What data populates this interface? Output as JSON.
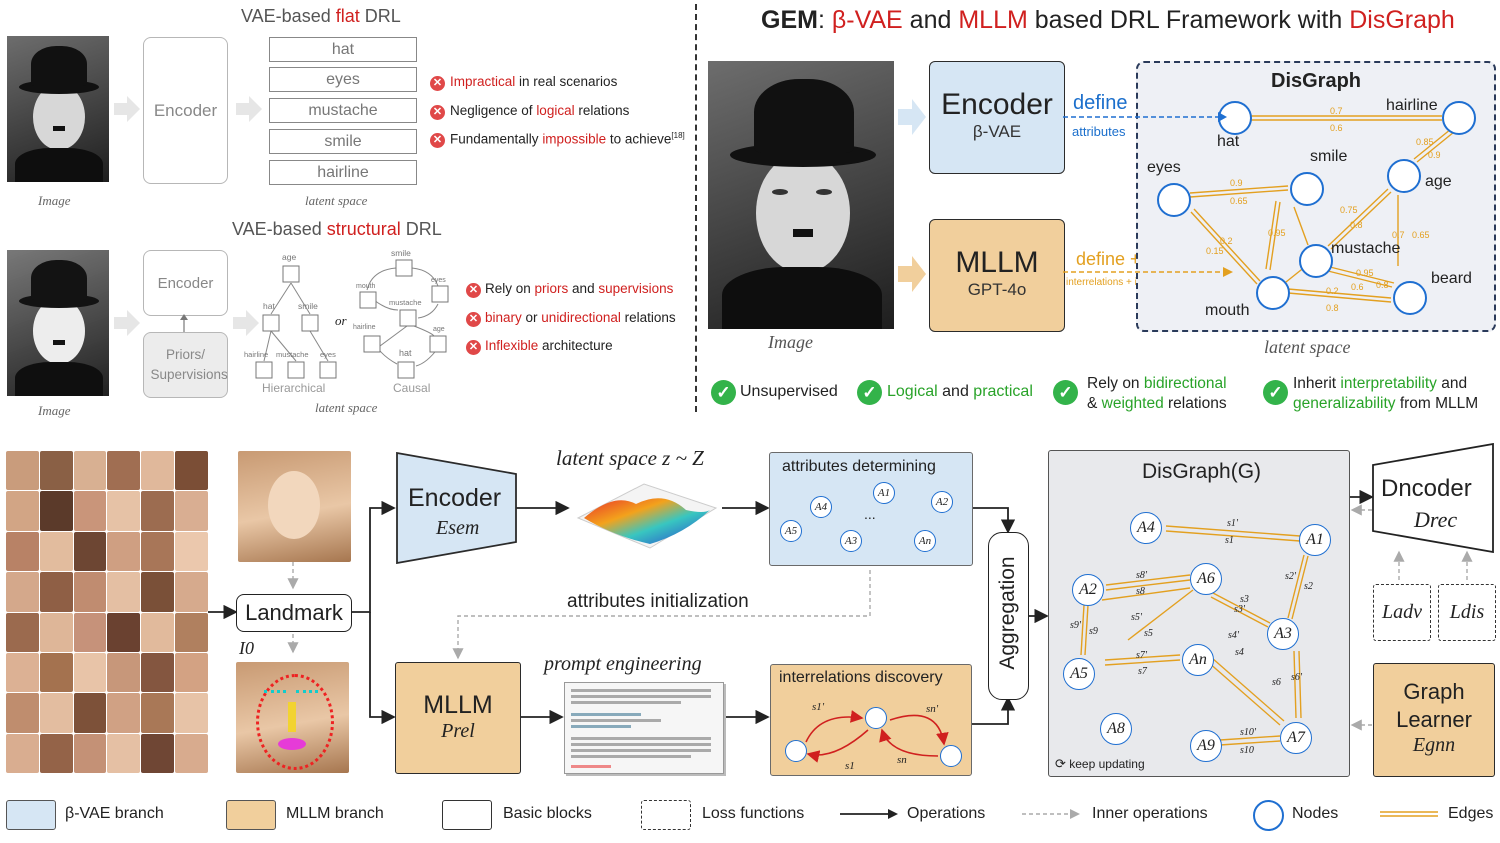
{
  "top_left": {
    "flat_title_pre": "VAE-based ",
    "flat_title_hl": "flat",
    "flat_title_post": " DRL",
    "encoder_label": "Encoder",
    "flat_attrs": [
      "hat",
      "eyes",
      "mustache",
      "smile",
      "hairline"
    ],
    "image_label": "Image",
    "latent_label": "latent space",
    "flat_issues": [
      {
        "pre": "",
        "hl": "Impractical",
        "post": " in real scenarios"
      },
      {
        "pre": "Negligence of ",
        "hl": "logical",
        "post": " relations"
      },
      {
        "pre": "Fundamentally ",
        "hl": "impossible",
        "post": " to achieve"
      }
    ],
    "flat_cite": "[18]",
    "struct_title_pre": "VAE-based ",
    "struct_title_hl": "structural",
    "struct_title_post": " DRL",
    "priors_label": "Priors/ Supervisions",
    "or_label": "or",
    "hier_nodes": [
      "age",
      "hat",
      "smile",
      "hairline",
      "mustache",
      "eyes"
    ],
    "hier_label": "Hierarchical",
    "causal_nodes": [
      "smile",
      "mouth",
      "eyes",
      "mustache",
      "hairline",
      "age",
      "hat"
    ],
    "causal_label": "Causal",
    "struct_issues": [
      {
        "pre": "Rely on ",
        "hl": "priors",
        "mid": " and ",
        "hl2": "supervisions",
        "post": ""
      },
      {
        "pre": "",
        "hl": "binary",
        "mid": " or ",
        "hl2": "unidirectional",
        "post": " relations"
      },
      {
        "pre": "",
        "hl": "Inflexible",
        "mid": " architecture",
        "hl2": "",
        "post": ""
      }
    ]
  },
  "top_right": {
    "title_a": "GEM",
    "title_b": ": ",
    "title_c": "β-VAE",
    "title_d": " and ",
    "title_e": "MLLM",
    "title_f": " based DRL Framework with ",
    "title_g": "DisGraph",
    "encoder_title": "Encoder",
    "encoder_sub": "β-VAE",
    "mllm_title": "MLLM",
    "mllm_sub": "GPT-4o",
    "define_label": "define",
    "attributes_label": "attributes",
    "define_update_label": "define + update",
    "interrelations_label": "interrelations + impact scores",
    "disgraph_title": "DisGraph",
    "graph_nodes": [
      "hat",
      "hairline",
      "smile",
      "eyes",
      "age",
      "mustache",
      "beard",
      "mouth"
    ],
    "edge_scores": [
      "0.7",
      "0.6",
      "0.85",
      "0.9",
      "0.9",
      "0.65",
      "0.75",
      "0.8",
      "0.2",
      "0.15",
      "0.95",
      "0.7",
      "0.65",
      "0.95",
      "0.8",
      "0.2",
      "0.6",
      "0.8"
    ],
    "image_label": "Image",
    "latent_label": "latent space",
    "benefits": [
      {
        "pre": "",
        "hl": "",
        "post": "Unsupervised"
      },
      {
        "pre": "",
        "hl": "Logical",
        "post": " and ",
        "hl2": "practical"
      },
      {
        "pre": "Rely on ",
        "hl": "bidirectional",
        "post": "& ",
        "hl2": "weighted",
        "post2": " relations"
      },
      {
        "pre": "Inherit ",
        "hl": "interpretability",
        "post": " and",
        "hl2": "generalizability",
        "post2": " from MLLM"
      }
    ]
  },
  "bottom": {
    "landmark_label": "Landmark",
    "i0_label": "I0",
    "encoder_title": "Encoder",
    "encoder_sym": "Esem",
    "latent_title": "latent space  z ~ Z",
    "attr_det_title": "attributes determining",
    "attr_nodes": [
      "A1",
      "A2",
      "A3",
      "A4",
      "A5",
      "An"
    ],
    "ellipsis": "...",
    "attr_init_label": "attributes initialization",
    "mllm_title": "MLLM",
    "mllm_sym": "Prel",
    "prompt_title": "prompt engineering",
    "inter_title": "interrelations  discovery",
    "inter_edges": [
      "s1'",
      "s1",
      "sn'",
      "sn"
    ],
    "aggregation_label": "Aggregation",
    "disgraph_title": "DisGraph(G)",
    "graph_nodes": [
      "A4",
      "A1",
      "A2",
      "A6",
      "A3",
      "A5",
      "An",
      "A8",
      "A9",
      "A7"
    ],
    "graph_edges": [
      "s1'",
      "s1",
      "s8'",
      "s8",
      "s2'",
      "s2",
      "s3'",
      "s3",
      "s9'",
      "s9",
      "s5'",
      "s5",
      "s4'",
      "s4",
      "s7'",
      "s7",
      "s6'",
      "s6",
      "s10'",
      "s10"
    ],
    "keep_updating": "keep updating",
    "decoder_title": "Dncoder",
    "decoder_sym": "Drec",
    "loss_adv": "Ladv",
    "loss_dis": "Ldis",
    "graph_learner_title": "Graph Learner",
    "graph_learner_sym": "Egnn"
  },
  "legend": {
    "items": [
      "β-VAE branch",
      "MLLM branch",
      "Basic blocks",
      "Loss functions",
      "Operations",
      "Inner operations",
      "Nodes",
      "Edges"
    ]
  },
  "colors": {
    "blue_branch": "#d6e6f4",
    "mllm_branch": "#f1cf9c",
    "node_blue": "#1f6fd1",
    "edge_orange": "#e3a020",
    "highlight_red": "#d0201f",
    "check_green": "#33b34a"
  }
}
